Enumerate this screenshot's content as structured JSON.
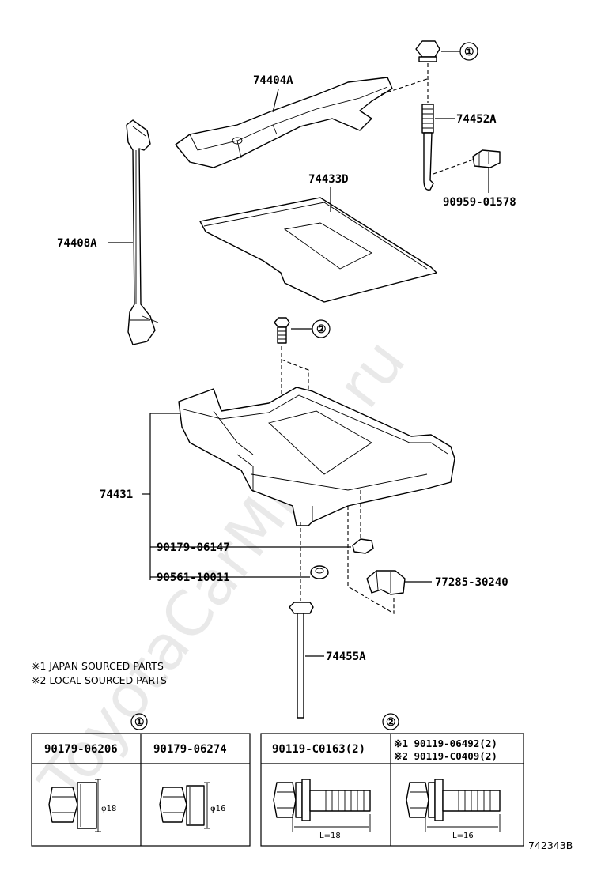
{
  "watermark": "ToyotaCarMiner.ru",
  "callouts": {
    "c1": "①",
    "c2": "②"
  },
  "parts": {
    "p74404A": "74404A",
    "p74452A": "74452A",
    "p90959": "90959-01578",
    "p74433D": "74433D",
    "p74408A": "74408A",
    "p74431": "74431",
    "p90179_06147": "90179-06147",
    "p90561": "90561-10011",
    "p77285": "77285-30240",
    "p74455A": "74455A"
  },
  "notes": {
    "n1": "※1 JAPAN SOURCED PARTS",
    "n2": "※2 LOCAL SOURCED PARTS"
  },
  "table1": {
    "col1": "90179-06206",
    "col2": "90179-06274",
    "dim1": "φ18",
    "dim2": "φ16"
  },
  "table2": {
    "col1": "90119-C0163(2)",
    "col2a": "※1 90119-06492(2)",
    "col2b": "※2 90119-C0409(2)",
    "dim1": "L=18",
    "dim2": "L=16"
  },
  "figure_id": "742343B"
}
